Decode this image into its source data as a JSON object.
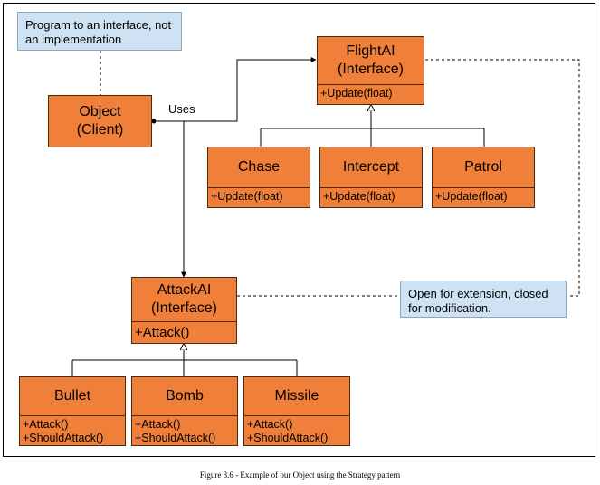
{
  "notes": {
    "top": "Program to an interface, not an implementation",
    "bottom": "Open for extension, closed for modification."
  },
  "client": {
    "name": "Object",
    "kind": "(Client)"
  },
  "uses_label": "Uses",
  "flight_ai": {
    "name": "FlightAI",
    "kind": "(Interface)",
    "op": "+Update(float)"
  },
  "flight_impls": [
    {
      "name": "Chase",
      "op": "+Update(float)"
    },
    {
      "name": "Intercept",
      "op": "+Update(float)"
    },
    {
      "name": "Patrol",
      "op": "+Update(float)"
    }
  ],
  "attack_ai": {
    "name": "AttackAI",
    "kind": "(Interface)",
    "op": "+Attack()"
  },
  "attack_impls": [
    {
      "name": "Bullet",
      "ops": [
        "+Attack()",
        "+ShouldAttack()"
      ]
    },
    {
      "name": "Bomb",
      "ops": [
        "+Attack()",
        "+ShouldAttack()"
      ]
    },
    {
      "name": "Missile",
      "ops": [
        "+Attack()",
        "+ShouldAttack()"
      ]
    }
  ],
  "caption": "Figure 3.6 - Example of our Object using the Strategy pattern",
  "colors": {
    "box_fill": "#f07f39",
    "note_fill": "#cfe2f3"
  }
}
